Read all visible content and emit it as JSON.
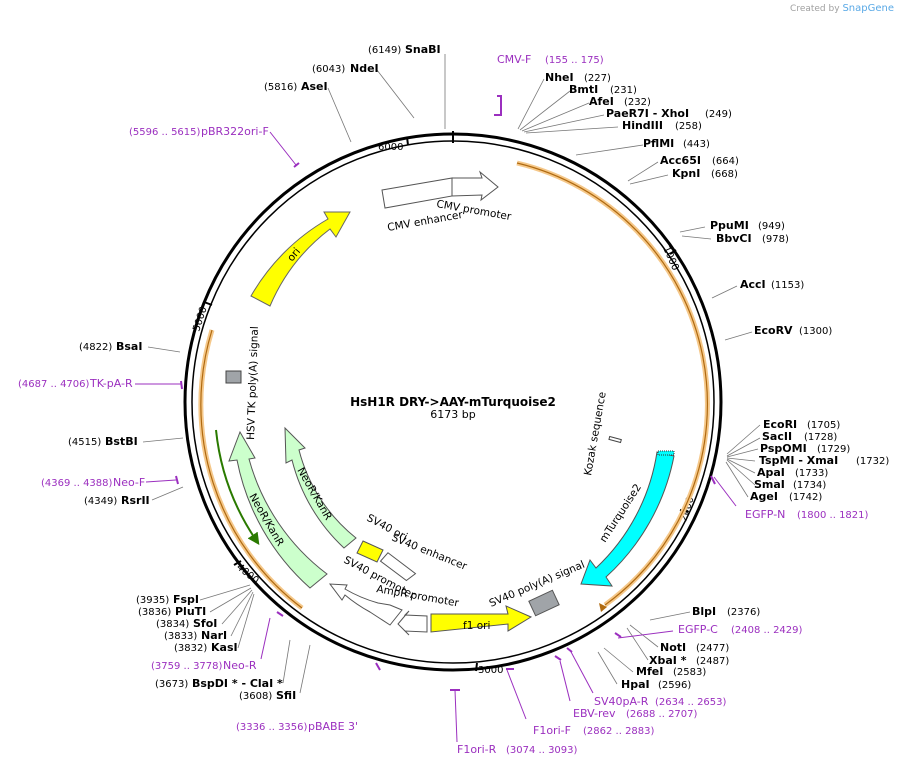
{
  "brand": {
    "created_by": "Created by",
    "product": "SnapGene"
  },
  "map": {
    "name": "HsH1R DRY->AAY-mTurquoise2",
    "length_label": "6173 bp",
    "ticks": [
      "1000",
      "2000",
      "3000",
      "4000",
      "5000",
      "6000"
    ]
  },
  "sites": [
    {
      "name": "SnaBI",
      "pos": "(6149)"
    },
    {
      "name": "NdeI",
      "pos": "(6043)"
    },
    {
      "name": "AseI",
      "pos": "(5816)"
    },
    {
      "name": "NheI",
      "pos": "(227)"
    },
    {
      "name": "BmtI",
      "pos": "(231)"
    },
    {
      "name": "AfeI",
      "pos": "(232)"
    },
    {
      "name": "PaeR7I  - XhoI",
      "pos": "(249)"
    },
    {
      "name": "HindIII",
      "pos": "(258)"
    },
    {
      "name": "PflMI",
      "pos": "(443)"
    },
    {
      "name": "Acc65I",
      "pos": "(664)"
    },
    {
      "name": "KpnI",
      "pos": "(668)"
    },
    {
      "name": "PpuMI",
      "pos": "(949)"
    },
    {
      "name": "BbvCI",
      "pos": "(978)"
    },
    {
      "name": "AccI",
      "pos": "(1153)"
    },
    {
      "name": "EcoRV",
      "pos": "(1300)"
    },
    {
      "name": "EcoRI",
      "pos": "(1705)"
    },
    {
      "name": "SacII",
      "pos": "(1728)"
    },
    {
      "name": "PspOMI",
      "pos": "(1729)"
    },
    {
      "name": "TspMI  - XmaI",
      "pos": "(1732)"
    },
    {
      "name": "ApaI",
      "pos": "(1733)"
    },
    {
      "name": "SmaI",
      "pos": "(1734)"
    },
    {
      "name": "AgeI",
      "pos": "(1742)"
    },
    {
      "name": "BlpI",
      "pos": "(2376)"
    },
    {
      "name": "NotI",
      "pos": "(2477)"
    },
    {
      "name": "XbaI  *",
      "pos": "(2487)"
    },
    {
      "name": "MfeI",
      "pos": "(2583)"
    },
    {
      "name": "HpaI",
      "pos": "(2596)"
    },
    {
      "name": "BsaI",
      "pos": "(4822)"
    },
    {
      "name": "BstBI",
      "pos": "(4515)"
    },
    {
      "name": "RsrII",
      "pos": "(4349)"
    },
    {
      "name": "FspI",
      "pos": "(3935)"
    },
    {
      "name": "PluTI",
      "pos": "(3836)"
    },
    {
      "name": "SfoI",
      "pos": "(3834)"
    },
    {
      "name": "NarI",
      "pos": "(3833)"
    },
    {
      "name": "KasI",
      "pos": "(3832)"
    },
    {
      "name": "BspDI *  - ClaI *",
      "pos": "(3673)"
    },
    {
      "name": "SfiI",
      "pos": "(3608)"
    }
  ],
  "primers": [
    {
      "name": "CMV-F",
      "pos": "(155 .. 175)"
    },
    {
      "name": "pBR322ori-F",
      "pos": "(5596 .. 5615)"
    },
    {
      "name": "TK-pA-R",
      "pos": "(4687 .. 4706)"
    },
    {
      "name": "Neo-F",
      "pos": "(4369 .. 4388)"
    },
    {
      "name": "Neo-R",
      "pos": "(3759 .. 3778)"
    },
    {
      "name": "pBABE 3'",
      "pos": "(3336 .. 3356)"
    },
    {
      "name": "F1ori-R",
      "pos": "(3074 .. 3093)"
    },
    {
      "name": "F1ori-F",
      "pos": "(2862 .. 2883)"
    },
    {
      "name": "EBV-rev",
      "pos": "(2688 .. 2707)"
    },
    {
      "name": "SV40pA-R",
      "pos": "(2634 .. 2653)"
    },
    {
      "name": "EGFP-C",
      "pos": "(2408 .. 2429)"
    },
    {
      "name": "EGFP-N",
      "pos": "(1800 .. 1821)"
    }
  ],
  "features": {
    "cmv_promoter": "CMV promoter",
    "cmv_enhancer": "CMV enhancer",
    "ori": "ori",
    "kozak": "Kozak sequence",
    "mturquoise2": "mTurquoise2",
    "sv40_polya": "SV40 poly(A) signal",
    "f1_ori": "f1 ori",
    "ampr_promoter": "AmpR promoter",
    "sv40_promoter": "SV40 promoter",
    "sv40_enhancer": "SV40 enhancer",
    "sv40_ori": "SV40 ori",
    "neokan_inner": "NeoR/KanR",
    "neokan_outer": "NeoR/KanR",
    "hsv_tk_polya": "HSV TK poly(A) signal"
  },
  "colors": {
    "mturquoise2": "#00ffff",
    "ori": "#ffff00",
    "f1_ori": "#ffff00",
    "sv40_ori": "#ffff00",
    "neokan": "#ccffcc",
    "primer": "#9b2fbf",
    "orf": "#e8a33d",
    "polya": "#a0a4a8",
    "promoter": "#ffffff"
  }
}
